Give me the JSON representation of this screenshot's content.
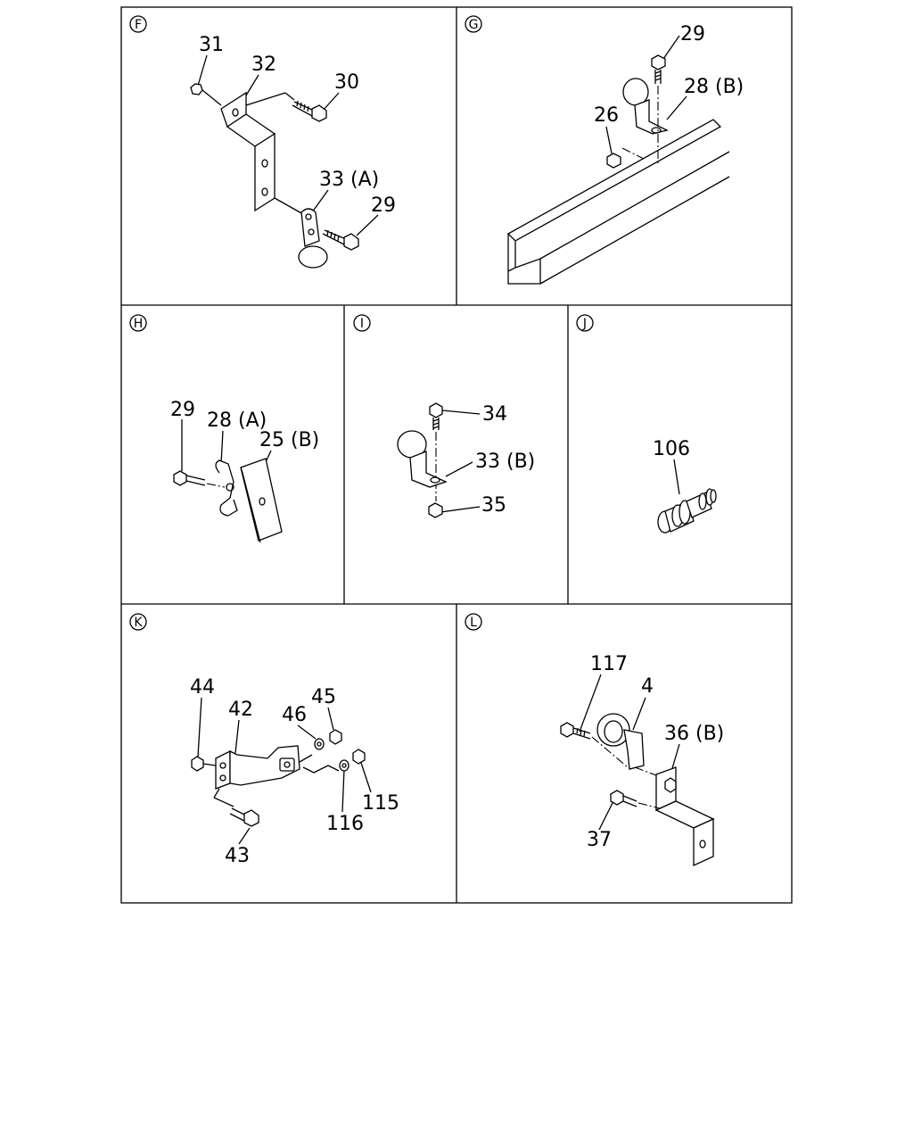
{
  "panels": {
    "F": {
      "letter": "F",
      "labels": {
        "n31": "31",
        "n32": "32",
        "n30": "30",
        "n33a": "33 (A)",
        "n29": "29"
      }
    },
    "G": {
      "letter": "G",
      "labels": {
        "n29": "29",
        "n28b": "28 (B)",
        "n26": "26"
      }
    },
    "H": {
      "letter": "H",
      "labels": {
        "n29": "29",
        "n28a": "28 (A)",
        "n25b": "25 (B)"
      }
    },
    "I": {
      "letter": "I",
      "labels": {
        "n34": "34",
        "n33b": "33 (B)",
        "n35": "35"
      }
    },
    "J": {
      "letter": "J",
      "labels": {
        "n106": "106"
      }
    },
    "K": {
      "letter": "K",
      "labels": {
        "n44": "44",
        "n42": "42",
        "n46": "46",
        "n45": "45",
        "n115": "115",
        "n116": "116",
        "n43": "43"
      }
    },
    "L": {
      "letter": "L",
      "labels": {
        "n117": "117",
        "n4": "4",
        "n36b": "36 (B)",
        "n37": "37"
      }
    }
  }
}
